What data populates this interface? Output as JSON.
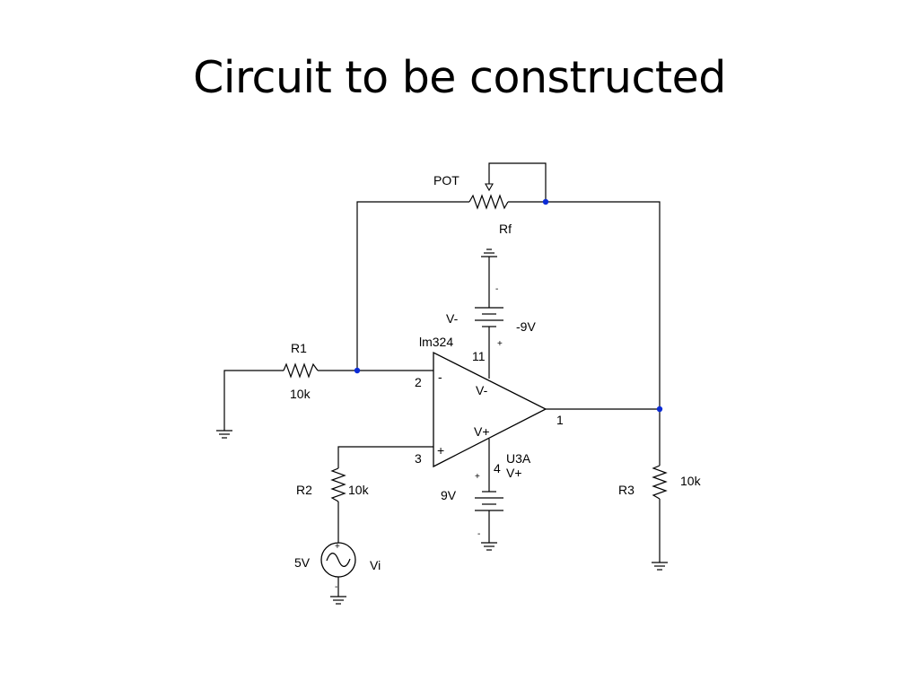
{
  "slide": {
    "title": "Circuit to be constructed"
  },
  "colors": {
    "node_dot": "#0b2bd6",
    "wire": "#000000",
    "background": "#ffffff"
  },
  "components": {
    "pot": {
      "label": "POT",
      "name": "Rf"
    },
    "r1": {
      "name": "R1",
      "value": "10k"
    },
    "r2": {
      "name": "R2",
      "value": "10k"
    },
    "r3": {
      "name": "R3",
      "value": "10k"
    },
    "opamp": {
      "part": "lm324",
      "ref": "U3A",
      "pin_inverting": "2",
      "pin_noninverting": "3",
      "pin_output": "1",
      "pin_vminus": "11",
      "pin_vplus": "4",
      "label_vminus": "V-",
      "label_vplus": "V+",
      "sign_minus": "-",
      "sign_plus": "+"
    },
    "battery_neg": {
      "label": "V-",
      "value": "-9V",
      "sign_top": "-",
      "sign_bottom": "+"
    },
    "battery_pos": {
      "label": "V+",
      "value": "9V",
      "sign_top": "+",
      "sign_bottom": "-"
    },
    "source": {
      "value": "5V",
      "name": "Vi",
      "sign_top": "+",
      "sign_gnd": "-"
    }
  }
}
